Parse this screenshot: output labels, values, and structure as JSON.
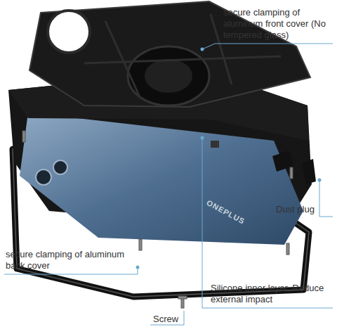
{
  "diagram": {
    "labels": [
      "secure clamping of aluminum front cover (No tempered glass)",
      "Dust plug",
      "secure clamping of aluminum back cover",
      "Silicone inner layer, Reduce external impact",
      "Screw",
      "ONEPLUS"
    ]
  }
}
